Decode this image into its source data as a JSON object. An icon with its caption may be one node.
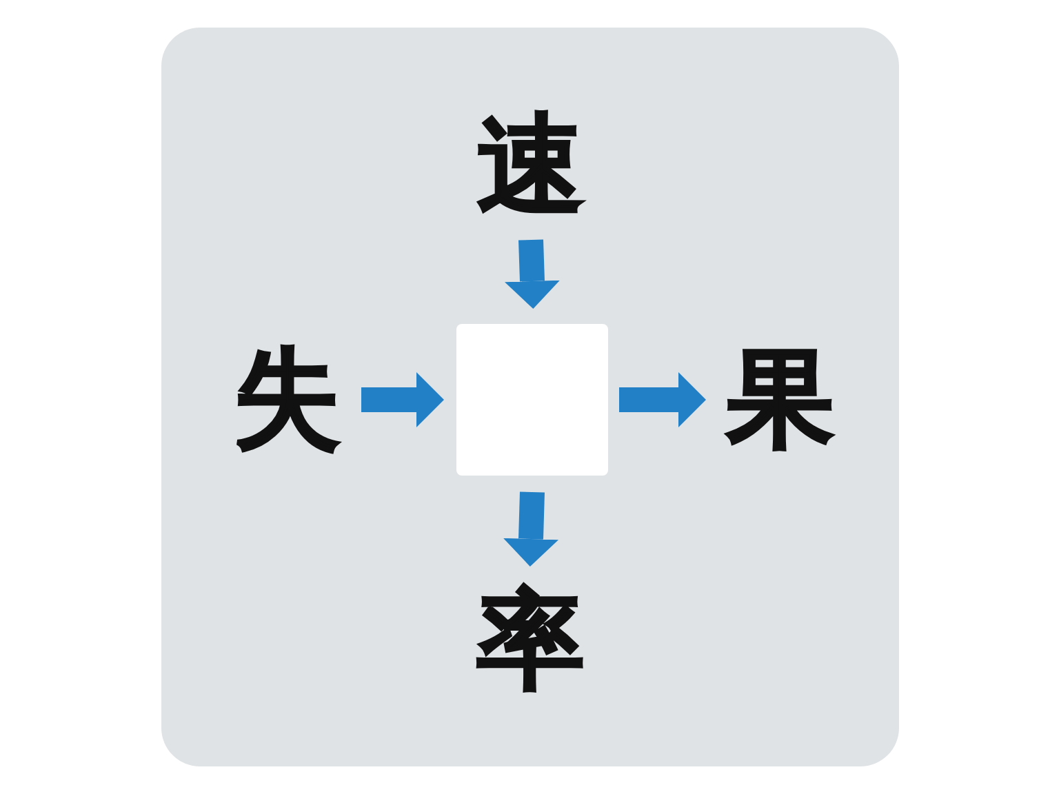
{
  "diagram": {
    "nodes": [
      {
        "text": [
          "速"
        ]
      },
      {
        "text": [
          "失"
        ]
      },
      {
        "text": [],
        "shape": "box"
      },
      {
        "text": [
          "果"
        ]
      },
      {
        "text": [
          "率"
        ]
      }
    ],
    "edges": [
      {
        "from": 0,
        "to": 2,
        "arrow": "to"
      },
      {
        "from": 1,
        "to": 2,
        "arrow": "to"
      },
      {
        "from": 2,
        "to": 3,
        "arrow": "to"
      },
      {
        "from": 2,
        "to": 4,
        "arrow": "to"
      }
    ]
  }
}
